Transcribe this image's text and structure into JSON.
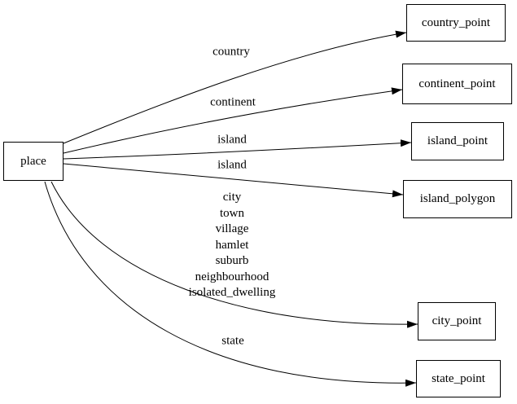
{
  "diagram": {
    "type": "directed-graph",
    "direction": "left-to-right",
    "colors": {
      "background": "#ffffff",
      "node_fill": "#ffffff",
      "node_border": "#000000",
      "edge_stroke": "#000000",
      "text": "#000000"
    },
    "nodes": {
      "place": {
        "label": "place"
      },
      "country_point": {
        "label": "country_point"
      },
      "continent_point": {
        "label": "continent_point"
      },
      "island_point": {
        "label": "island_point"
      },
      "island_polygon": {
        "label": "island_polygon"
      },
      "city_point": {
        "label": "city_point"
      },
      "state_point": {
        "label": "state_point"
      }
    },
    "edges": {
      "country": {
        "from": "place",
        "to": "country_point",
        "label": "country"
      },
      "continent": {
        "from": "place",
        "to": "continent_point",
        "label": "continent"
      },
      "island_point": {
        "from": "place",
        "to": "island_point",
        "label": "island"
      },
      "island_polygon": {
        "from": "place",
        "to": "island_polygon",
        "label": "island"
      },
      "city": {
        "from": "place",
        "to": "city_point",
        "label": "city\ntown\nvillage\nhamlet\nsuburb\nneighbourhood\nisolated_dwelling"
      },
      "state": {
        "from": "place",
        "to": "state_point",
        "label": "state"
      }
    }
  }
}
